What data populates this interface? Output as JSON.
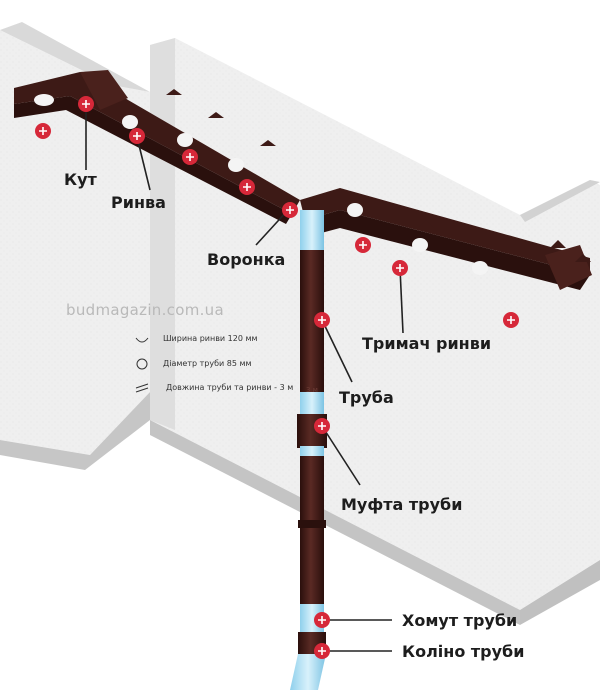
{
  "watermark": "budmagazin.com.ua",
  "specs": {
    "width": "Ширина ринви 120 мм",
    "diameter": "Діаметр труби 85 мм",
    "length": "Довжина труби та ринви - 3 м"
  },
  "labels": {
    "kut": "Кут",
    "rynva": "Ринва",
    "voronka": "Воронка",
    "trymach": "Тримач ринви",
    "truba": "Труба",
    "mufta": "Муфта труби",
    "khomut": "Хомут труби",
    "kolino": "Коліно труби"
  },
  "colors": {
    "gutter": "#3d1a16",
    "hotspot": "#d62839",
    "wall": "#ececec",
    "wall_shadow": "#bfbfbf"
  },
  "icons": {
    "hotspot": "plus-icon"
  }
}
